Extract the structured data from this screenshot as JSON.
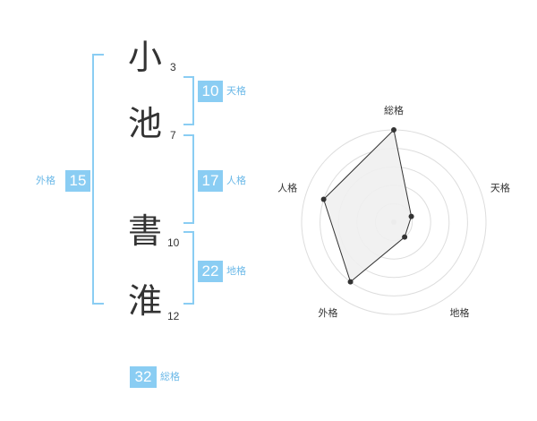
{
  "characters": [
    {
      "char": "小",
      "strokes": "3"
    },
    {
      "char": "池",
      "strokes": "7"
    },
    {
      "char": "書",
      "strokes": "10"
    },
    {
      "char": "淮",
      "strokes": "12"
    }
  ],
  "fortune": {
    "tenkaku": {
      "value": "10",
      "label": "天格"
    },
    "jinkaku": {
      "value": "17",
      "label": "人格"
    },
    "chikaku": {
      "value": "22",
      "label": "地格"
    },
    "gaikaku": {
      "value": "15",
      "label": "外格"
    },
    "soukaku": {
      "value": "32",
      "label": "総格"
    }
  },
  "colors": {
    "accent": "#8acdf3",
    "label": "#6cb9e8",
    "text": "#333333",
    "radar_fill": "#f0f0f0"
  },
  "chart_data": {
    "type": "radar",
    "axes": [
      "総格",
      "天格",
      "地格",
      "外格",
      "人格"
    ],
    "values": [
      5,
      1,
      1,
      4,
      4
    ],
    "rmax": 5,
    "rings": 5
  }
}
